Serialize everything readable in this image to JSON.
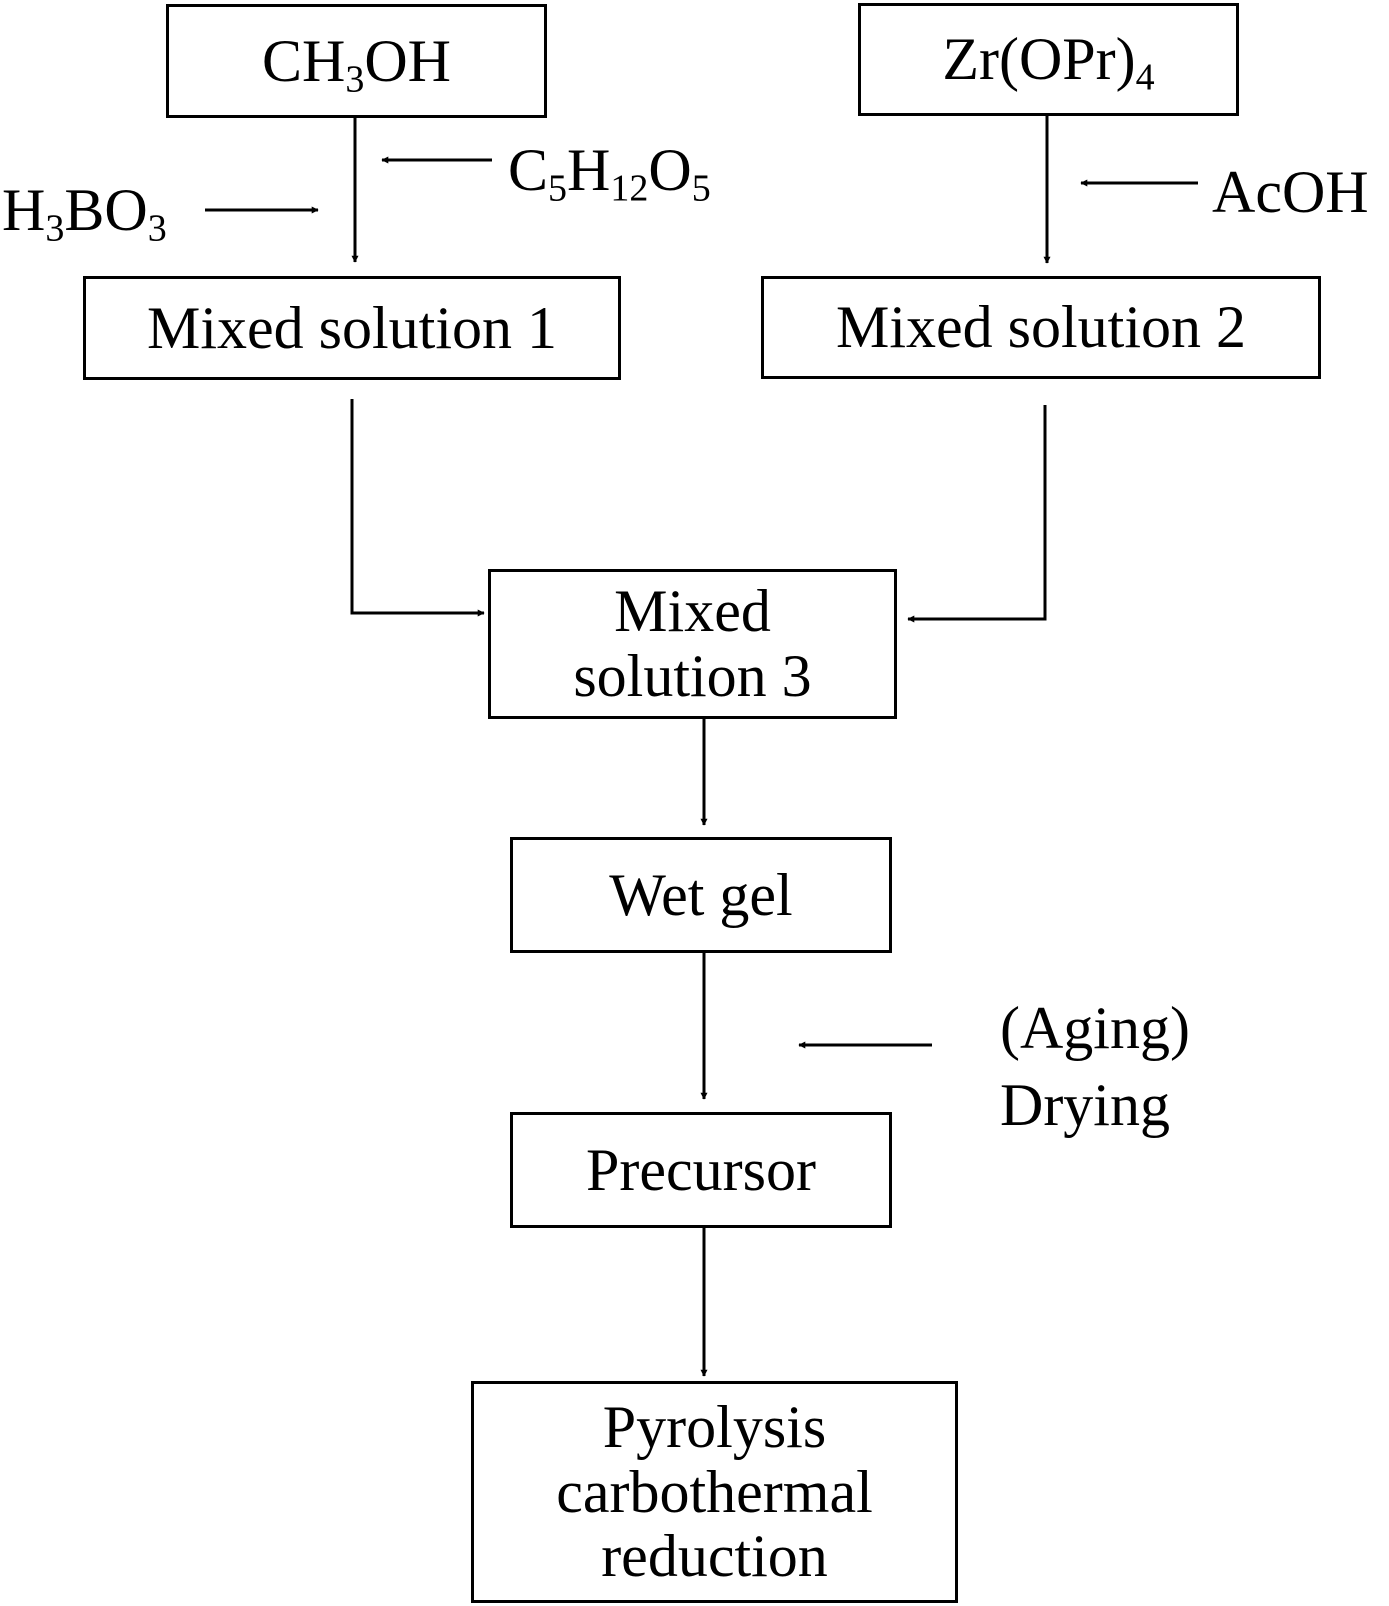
{
  "nodes": {
    "methanol": {
      "parts": [
        "CH",
        "3",
        "OH"
      ]
    },
    "zirconium": {
      "parts": [
        "Zr(OPr)",
        "4"
      ]
    },
    "mixed1": {
      "text": "Mixed solution 1"
    },
    "mixed2": {
      "text": "Mixed solution 2"
    },
    "mixed3": {
      "line1": "Mixed",
      "line2": "solution 3"
    },
    "wetgel": {
      "text": "Wet gel"
    },
    "precursor": {
      "text": "Precursor"
    },
    "pyrolysis": {
      "line1": "Pyrolysis",
      "line2": "carbothermal",
      "line3": "reduction"
    }
  },
  "inputs": {
    "xylitol": {
      "parts": [
        "C",
        "5",
        "H",
        "12",
        "O",
        "5"
      ]
    },
    "boric_acid": {
      "parts": [
        "H",
        "3",
        "BO",
        "3"
      ]
    },
    "acetic_acid": {
      "text": "AcOH"
    },
    "aging_drying": {
      "line1": "(Aging)",
      "line2": "Drying"
    }
  }
}
